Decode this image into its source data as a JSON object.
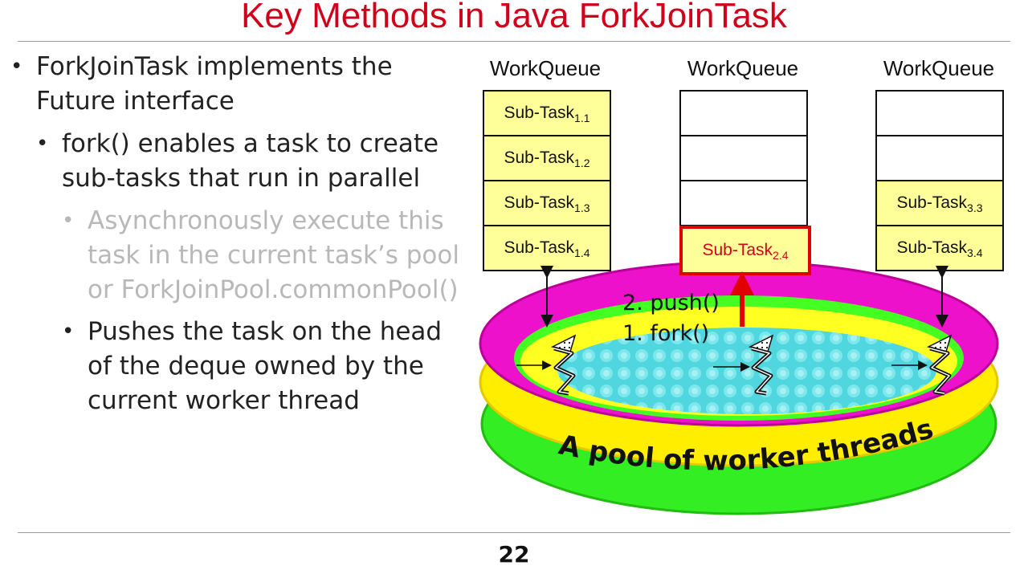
{
  "slide": {
    "title": "Key Methods in Java ForkJoinTask",
    "page_number": "22"
  },
  "bullets": {
    "b1": "ForkJoinTask implements the Future interface",
    "b2": "fork() enables a task to create sub-tasks that run in parallel",
    "b3": "Asynchronously execute this task in the current task’s pool or ForkJoinPool.commonPool()",
    "b4": "Pushes the task on the head of the deque owned by the current worker thread",
    "marker": "•"
  },
  "diagram": {
    "queues": [
      {
        "label": "WorkQueue",
        "slots": [
          {
            "text": "Sub-Task",
            "sub": "1.1"
          },
          {
            "text": "Sub-Task",
            "sub": "1.2"
          },
          {
            "text": "Sub-Task",
            "sub": "1.3"
          },
          {
            "text": "Sub-Task",
            "sub": "1.4"
          }
        ]
      },
      {
        "label": "WorkQueue",
        "slots": [
          {
            "text": "",
            "sub": ""
          },
          {
            "text": "",
            "sub": ""
          },
          {
            "text": "",
            "sub": ""
          },
          {
            "text": "Sub-Task",
            "sub": "2.4"
          }
        ]
      },
      {
        "label": "WorkQueue",
        "slots": [
          {
            "text": "",
            "sub": ""
          },
          {
            "text": "",
            "sub": ""
          },
          {
            "text": "Sub-Task",
            "sub": "3.3"
          },
          {
            "text": "Sub-Task",
            "sub": "3.4"
          }
        ]
      }
    ],
    "operations": {
      "push": "2. push()",
      "fork": "1. fork()"
    },
    "pool_label": "A pool of worker threads",
    "colors": {
      "title": "#d0021b",
      "slot_fill": "#ffff99",
      "highlight": "#e00000"
    }
  }
}
